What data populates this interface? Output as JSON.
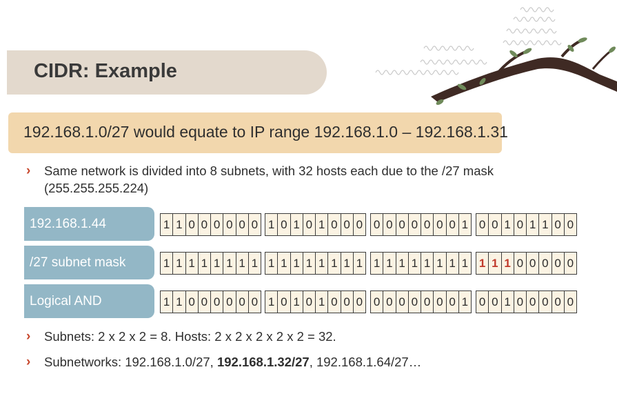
{
  "title": "CIDR: Example",
  "highlight": "192.168.1.0/27 would equate to IP range 192.168.1.0 – 192.168.1.31",
  "bullet1": {
    "line1": "Same network is divided into 8 subnets, with 32 hosts each due to the /27 mask",
    "line2": "(255.255.255.224)"
  },
  "rows": [
    {
      "label": "192.168.1.44",
      "octets": [
        "11000000",
        "10101000",
        "00000001",
        "00101100"
      ]
    },
    {
      "label": "/27 subnet mask",
      "octets": [
        "11111111",
        "11111111",
        "11111111",
        "11100000"
      ]
    },
    {
      "label": "Logical AND",
      "octets": [
        "11000000",
        "10101000",
        "00000001",
        "00100000"
      ]
    }
  ],
  "highlighted_bits": {
    "row": 1,
    "octet": 3,
    "count": 3
  },
  "bullet2": "Subnets: 2 x 2 x 2 = 8. Hosts: 2 x 2 x 2 x 2 x 2 = 32.",
  "bullet3": {
    "pre": "Subnetworks: 192.168.1.0/27, ",
    "bold": "192.168.1.32/27",
    "post": ", 192.168.1.64/27…"
  },
  "colors": {
    "chevron": "#c7462b",
    "highlight_bits": "#c0392b",
    "label_bg": "#93b7c6",
    "band_bg": "#f2d7ad",
    "title_bg": "#e3d9cd"
  }
}
